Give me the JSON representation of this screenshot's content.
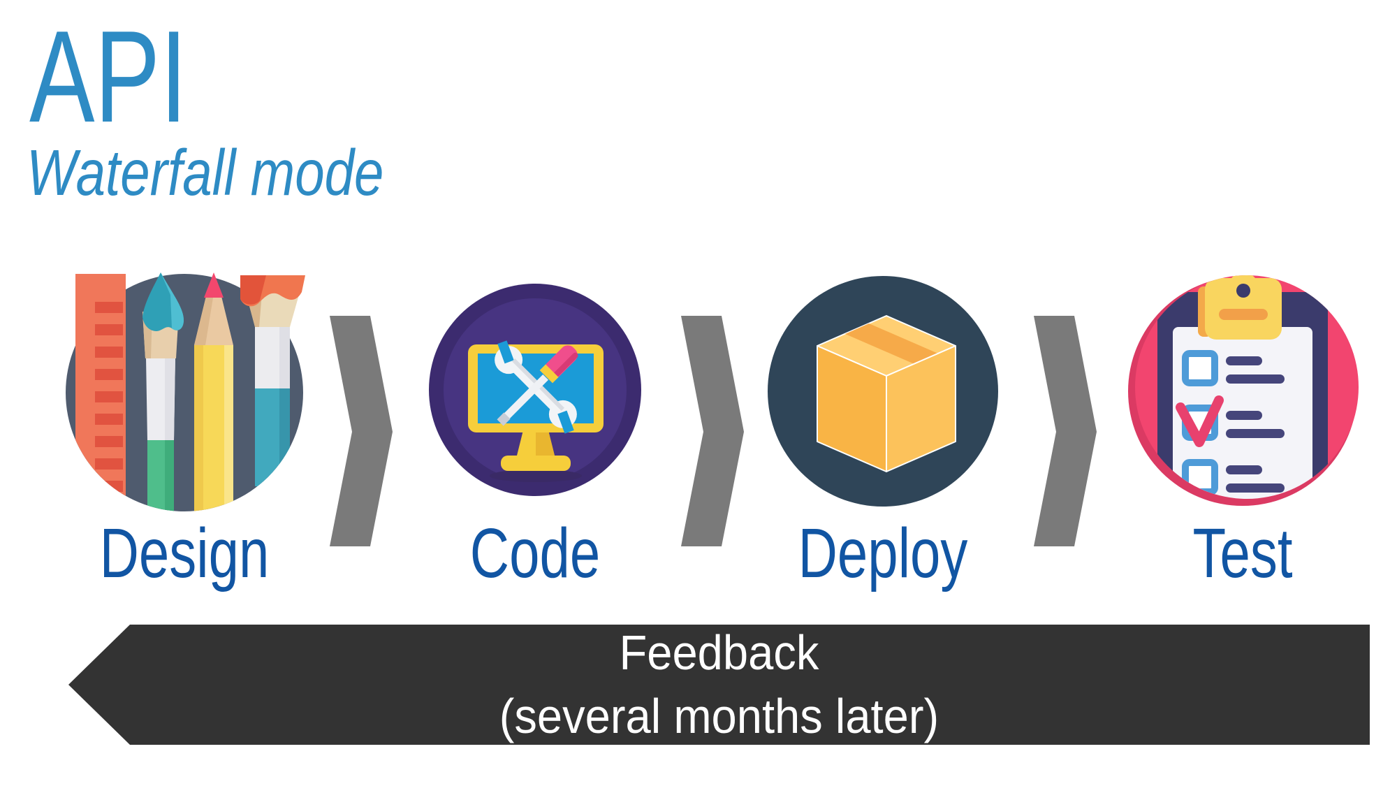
{
  "title": "API",
  "subtitle": "Waterfall mode",
  "stages": [
    {
      "label": "Design",
      "icon": "art-tools-icon"
    },
    {
      "label": "Code",
      "icon": "monitor-tools-icon"
    },
    {
      "label": "Deploy",
      "icon": "package-box-icon"
    },
    {
      "label": "Test",
      "icon": "checklist-clipboard-icon"
    }
  ],
  "separator_icon": "chevron-right-icon",
  "feedback": {
    "line1": "Feedback",
    "line2": "(several months later)"
  },
  "colors": {
    "title_blue": "#2E8BC4",
    "label_blue": "#1155A3",
    "chevron_gray": "#7A7A7A",
    "arrow_bg": "#333333",
    "arrow_text": "#FFFFFF",
    "design_circle": "#4F5B6E",
    "code_ring": "#3C2B6F",
    "code_inner": "#473481",
    "deploy_circle": "#2F4558",
    "test_pink": "#F2456F",
    "test_pink_dark": "#DB3A63"
  }
}
